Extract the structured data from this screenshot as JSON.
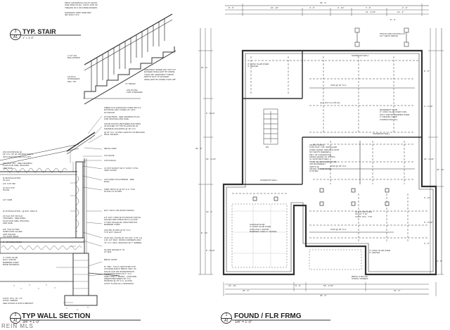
{
  "stair": {
    "num": "3",
    "sheet": "A1",
    "title": "TYP. STAIR",
    "scale": "1\" = 1'-0\"",
    "notes": [
      "PROV HANDRAILS ON AT LEAST\nONE SIDE OF EA. CONT. RUN OF\nTREADS W/ 4 OR MORE RISERS",
      "HANDRAIL GRIP SIZE PER\nIRC R311.7.8.3",
      "1 1/4\" SQ.\nBALUSTERS",
      "(3) 2X12\nSTRINGERS\nMIN. 7/8\"",
      "GREATEST RISER HGT NOT TO\nEXCEED SMALLEST BY MORE\nTHAN 3/8\" GREATEST TREAD\nDEPTH NOT TO EXCEED\nSMALLEST BY MORE THAN 3/8\"",
      "1X TREAD",
      "2X4 PLATE\nFOR STRINGER"
    ]
  },
  "wall": {
    "num": "2",
    "sheet": "A1",
    "title": "TYP WALL SECTION",
    "scale": "3/4\" = 1'-0\"",
    "left_notes": [
      "2X4 KICKSPACE @\n32\" O.C. W/ (2) 16d BOX NAILS\nINTO RAFTER AND CLG JST",
      "2X4 CLG JST - SEE FRAMING\nPLAN FOR SIZE, SPACING\nAND SIZE",
      "R-38 INSULATION\nIN CLG",
      "1/2\" GYP. BD.",
      "(2) 2X4 TOP\nPLATE",
      "1/2\" GWB",
      "R-16 INSULATION - @ EXT. WALLS",
      "2X FLR JST OR FLR\nTRUSSES - SEE FRMG\nPLAN FOR SIZE, SPACING\nAND SIZE",
      "3/4\" T&G PLYWD\nSUBFLOOR GLUED\nAND NAILED\nTO JOIST SPAN",
      "R - 19 INSULATION",
      "4\" CONC SLAB,\nPOLY VAPOR\nBARRIER OVER\nBASE MATERIAL",
      "CONT. FTG. 16\" x 8\"\nCONC. REBAR\nSEE FOUND & SOILS REPORT"
    ],
    "right_notes": [
      "FIBER GLS SHINGLES OVER 15# A.S.\nROOFING FELT OVER 1/2\" CDX\nPLYWOOD",
      "2X RAFTERS - SEE FRAMING PLAN\nFOR SPACING AND SIZE",
      "2X6 BLOCKING BETWEEN RAFTERS\nATTACHED TO TOP PLATES W/ A4\nFRAMING ANCHORS @ 16\" O.C.",
      "@ 16\" O.C. ALONG LENGTH OF BRACED\nWALL PANELS",
      "METAL DRIP",
      "1X2 SHOE",
      "1X6 FASCIA",
      "1X PNT SOFFIT W/ 2\" CONT. VYNL\nVENT STRIP",
      "1X6 OVER 1X12 FRIEZE - SEE\nELEV.",
      "SIMP. MSTA 12 @ 32\" O.C. TOP\nPLATE TO STUDS",
      "EXT. VINYL OR WOOD SIDING",
      "1/2\" EXT. OSB OR PLYWOOD SHTHG\nNAILED PER TABLE 602.3 (1) AND\nTYVEK OR EQUAL INFILTRATION\nBARRIER OVER",
      "2X4 WD STUDS @ 16\" O.C.\nTYP. EXT. WALLS",
      "2X10 SILL PLATE W/ 1/2\" DIA. X 16\" LG\nA.B. 1/2\" MAX. FROM CORNERS AND\n72\" O.C. MAX. SPACING W/ 7\" EMBED",
      "SLOPE GRADE 6\" IN\n10' MIN.",
      "BRICK SKIRT",
      "8\" CMU - FULLY GROUTED TOP\nCOURSE AND 8\" BRICK VEN. W/\nSOLID CAP OR WATERPROOF\nDAMPPROOFING W/ 1\" O.C.\nVERT. AND 7\" HORIZ. - PROVIDE\nWEEPS BETWEEN 33\" O.C.\nMORTAR @ 16\" O.C. ALONG\nCONT. FLASH ALL OPENINGS"
    ]
  },
  "found": {
    "num": "1",
    "sheet": "A1",
    "title": "FOUND / FLR FRMG",
    "scale": "1/4\" = 1'-0\"",
    "dims_top": [
      "34' - 0\"",
      "8' - 0\"",
      "10' - 10\"",
      "4' - 0\"",
      "3' - 10\"",
      "7' - 6\"",
      "3' - 0\"",
      "12' - 3 1/2\"",
      "12' - 2\"",
      "8' - 0\""
    ],
    "dims_bottom": [
      "13' - 10\"",
      "5' - 0\"",
      "18' - 2 1/2\"",
      "22' - 0\"",
      "12' - 0\"",
      "34' - 0\""
    ],
    "dims_left": [
      "16' - 0\"",
      "6' - 8 1/2\"",
      "16' - 4 1/2\"",
      "10' - 2\"",
      "5' - 8 1/2\"",
      "36' - 8\"",
      "8' - 10\""
    ],
    "dims_right": [
      "8' - 0\"",
      "4' - 3 1/2\"",
      "16' - 4 1/2\"",
      "6' - 10\"",
      "5' - 8 1/2\"",
      "4' - 0\"",
      "15' - 11\"",
      "4' - 9\""
    ],
    "labels": {
      "posts": "POSTS AND FOOTING AT\nALT. DECK ABOVE",
      "superior1": "SUPERIOR WALL",
      "superior2": "SUPERIOR WALL",
      "superior3": "SUPERIOR WALL",
      "basement": "BASEMENT SLAB\n4\" CONC SLAB OVER 6 MIL\nPOLY VAPOR BARRIER OVER\n4\" GRAVEL OVER\nCOMPACTED FILL",
      "crawl": "CRAWL SPACE\n6 MIL POLY V.B. INSTALLED\nOVER CRAWL SPACE FLOOR\nNO VENTS NEEDED\nMIN. 18\" CLEARANCE\nFROM GRADE TO JOISTS\n(1) 16X8 VENT REQ.\nPROV (4) 16X8 VENTS FOR\nAIR MOVEMENT\nVENTS @\nCRAWL SPACE DOOR\nSYSTEM",
      "garage": "GARAGE SLAB\n4\" CONC SLAB OVER\n6 MIL POLY VAPOR\nBARRIER OVER 4\" GRAVEL",
      "porch": "4\" CONC SLAB OVER\n4\" GRAVEL",
      "pier": "16 X 8 CMU PIER\nON 24\" X 12\"\nCONT. FTG - TYP",
      "brick": "BRICK & BLOCK\nSTEPS / RISERS",
      "dn": "DN",
      "joists1": "2X10 @ 16\" O.C.",
      "joists2": "2X10 @ 16\" O.C.",
      "joists3": "2X10 @ 16\" O.C.",
      "lvl": "(2) 1 3/4 X 11 7/8 LVL"
    }
  },
  "watermark": "REIN MLS"
}
